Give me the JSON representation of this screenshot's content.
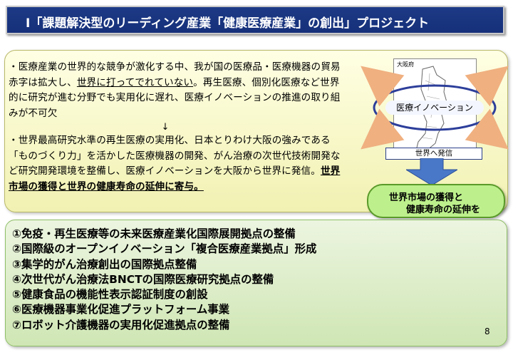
{
  "title": "Ⅰ「課題解決型のリーディング産業「健康医療産業」の創出」プロジェクト",
  "paragraph1": {
    "a": "・医療産業の世界的な競争が激化する中、我が国の医療品・医療機器の貿易赤字は拡大し、",
    "b": "世界に打ってでれていない",
    "c": "。再生医療、個別化医療など世界的に研究が進む分野でも実用化に遅れ、医療イノベーションの推進の取り組みが不可欠"
  },
  "down_arrow": "↓",
  "paragraph2": {
    "a": "・世界最高研究水準の再生医療の実用化、日本とりわけ大阪の強みである「ものづくり力」を活かした医療機器の開発、がん治療の次世代技術開発など研究開発環境を整備し、医療イノベーションを大阪から世界に発信。",
    "b": "世界市場の獲得と世界の健康寿命の延伸に寄与。"
  },
  "map": {
    "label": "大阪府"
  },
  "innovation_label": "医療イノベーション",
  "sekai_label": "世界へ発信",
  "green_oval": {
    "line1": "世界市場の獲得と",
    "line2": "健康寿命の延伸を"
  },
  "items": [
    "①免疫・再生医療等の未来医療産業化国際展開拠点の整備",
    "②国際級のオープンイノベーション「複合医療産業拠点」形成",
    "③集学的がん治療創出の国際拠点整備",
    "④次世代がん治療法BNCTの国際医療研究拠点の整備",
    "⑤健康食品の機能性表示認証制度の創設",
    "⑥医療機器事業化促進プラットフォーム事業",
    "⑦ロボット介護機器の実用化促進拠点の整備"
  ],
  "page_number": "8",
  "colors": {
    "title_bg": "#1d3a86",
    "top_panel": "#f6f6c6",
    "bottom_panel": "#d9ecc4",
    "oval": "#bdf08c",
    "arrow": "#4a78c8"
  }
}
